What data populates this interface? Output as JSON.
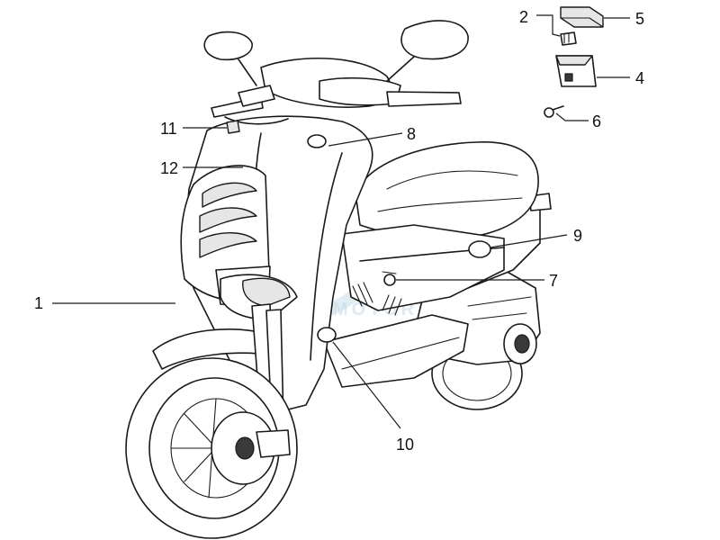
{
  "callouts": [
    {
      "id": "1",
      "label": "1"
    },
    {
      "id": "2",
      "label": "2"
    },
    {
      "id": "4",
      "label": "4"
    },
    {
      "id": "5",
      "label": "5"
    },
    {
      "id": "6",
      "label": "6"
    },
    {
      "id": "7",
      "label": "7"
    },
    {
      "id": "8",
      "label": "8"
    },
    {
      "id": "9",
      "label": "9"
    },
    {
      "id": "10",
      "label": "10"
    },
    {
      "id": "11",
      "label": "11"
    },
    {
      "id": "12",
      "label": "12"
    }
  ],
  "watermark": {
    "logo_text": "MOTORPARTS"
  },
  "colors": {
    "line": "#1a1a1a",
    "watermark": "#c9dcea",
    "background": "#ffffff"
  }
}
